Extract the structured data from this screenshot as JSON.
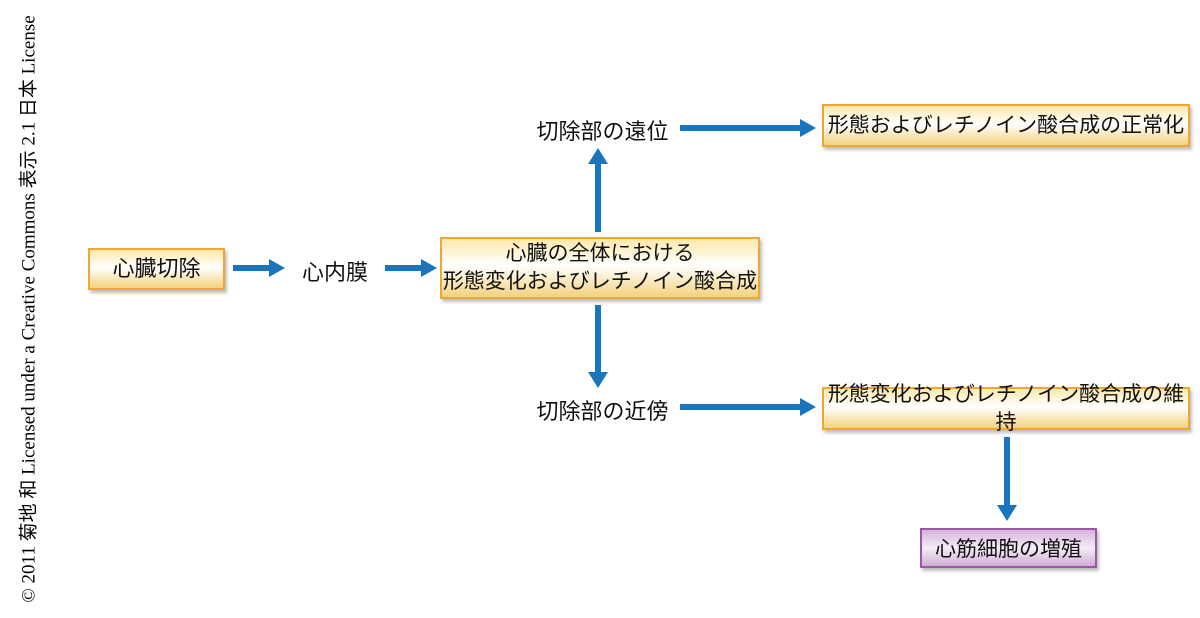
{
  "copyright": "© 2011 菊地 和 Licensed under a Creative Commons 表示 2.1 日本 License",
  "diagram": {
    "nodes": {
      "excision": "心臓切除",
      "endocardium": "心内膜",
      "whole_heart_line1": "心臓の全体における",
      "whole_heart_line2": "形態変化およびレチノイン酸合成",
      "distal": "切除部の遠位",
      "proximal": "切除部の近傍",
      "normalization": "形態およびレチノイン酸合成の正常化",
      "maintenance": "形態変化およびレチノイン酸合成の維持",
      "proliferation": "心筋細胞の増殖"
    },
    "colors": {
      "arrow_blue": "#1B75BC",
      "yellow_box_border": "#F0A632",
      "purple_box_border": "#9B57A5"
    }
  }
}
